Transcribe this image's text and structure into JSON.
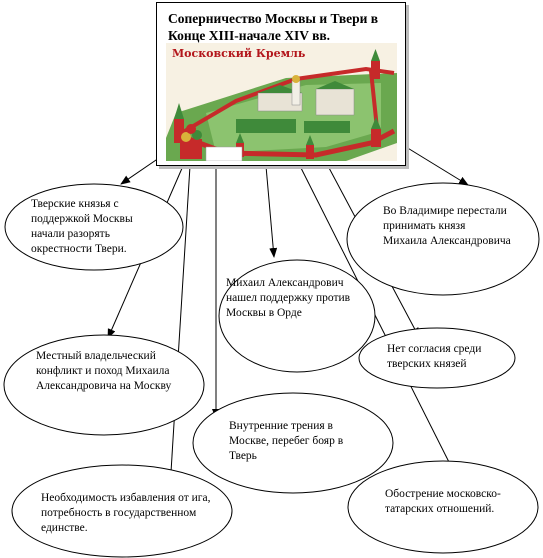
{
  "title": "Соперничество Москвы и Твери в Конце XIII-начале XIV вв.",
  "picture": {
    "caption": "Московский Кремль",
    "colors": {
      "wall": "#c62a2a",
      "roof": "#3f8a3a",
      "grass": "#6aa84f",
      "caption": "#b3161b"
    }
  },
  "nodes": [
    {
      "id": "tver-princes",
      "text": "Тверские князья с поддержкой Москвы начали разорять окрестности Твери."
    },
    {
      "id": "vladimir",
      "text": "Во Владимире перестали принимать князя Михаила Александровича"
    },
    {
      "id": "mikhail-horde",
      "text": "Михаил Александрович нашел поддержку против Москвы в Орде"
    },
    {
      "id": "no-agreement",
      "text": "Нет согласия среди тверских  князей"
    },
    {
      "id": "local-conflict",
      "text": "Местный владельческий конфликт и поход Михаила Александровича на Москву"
    },
    {
      "id": "internal-strife",
      "text": "Внутренние трения в Москве, перебег бояр в Тверь"
    },
    {
      "id": "yoke",
      "text": "Необходимость избавления от ига, потребность в государственном единстве."
    },
    {
      "id": "tatar-relations",
      "text": "Обострение московско-татарских отношений."
    }
  ]
}
